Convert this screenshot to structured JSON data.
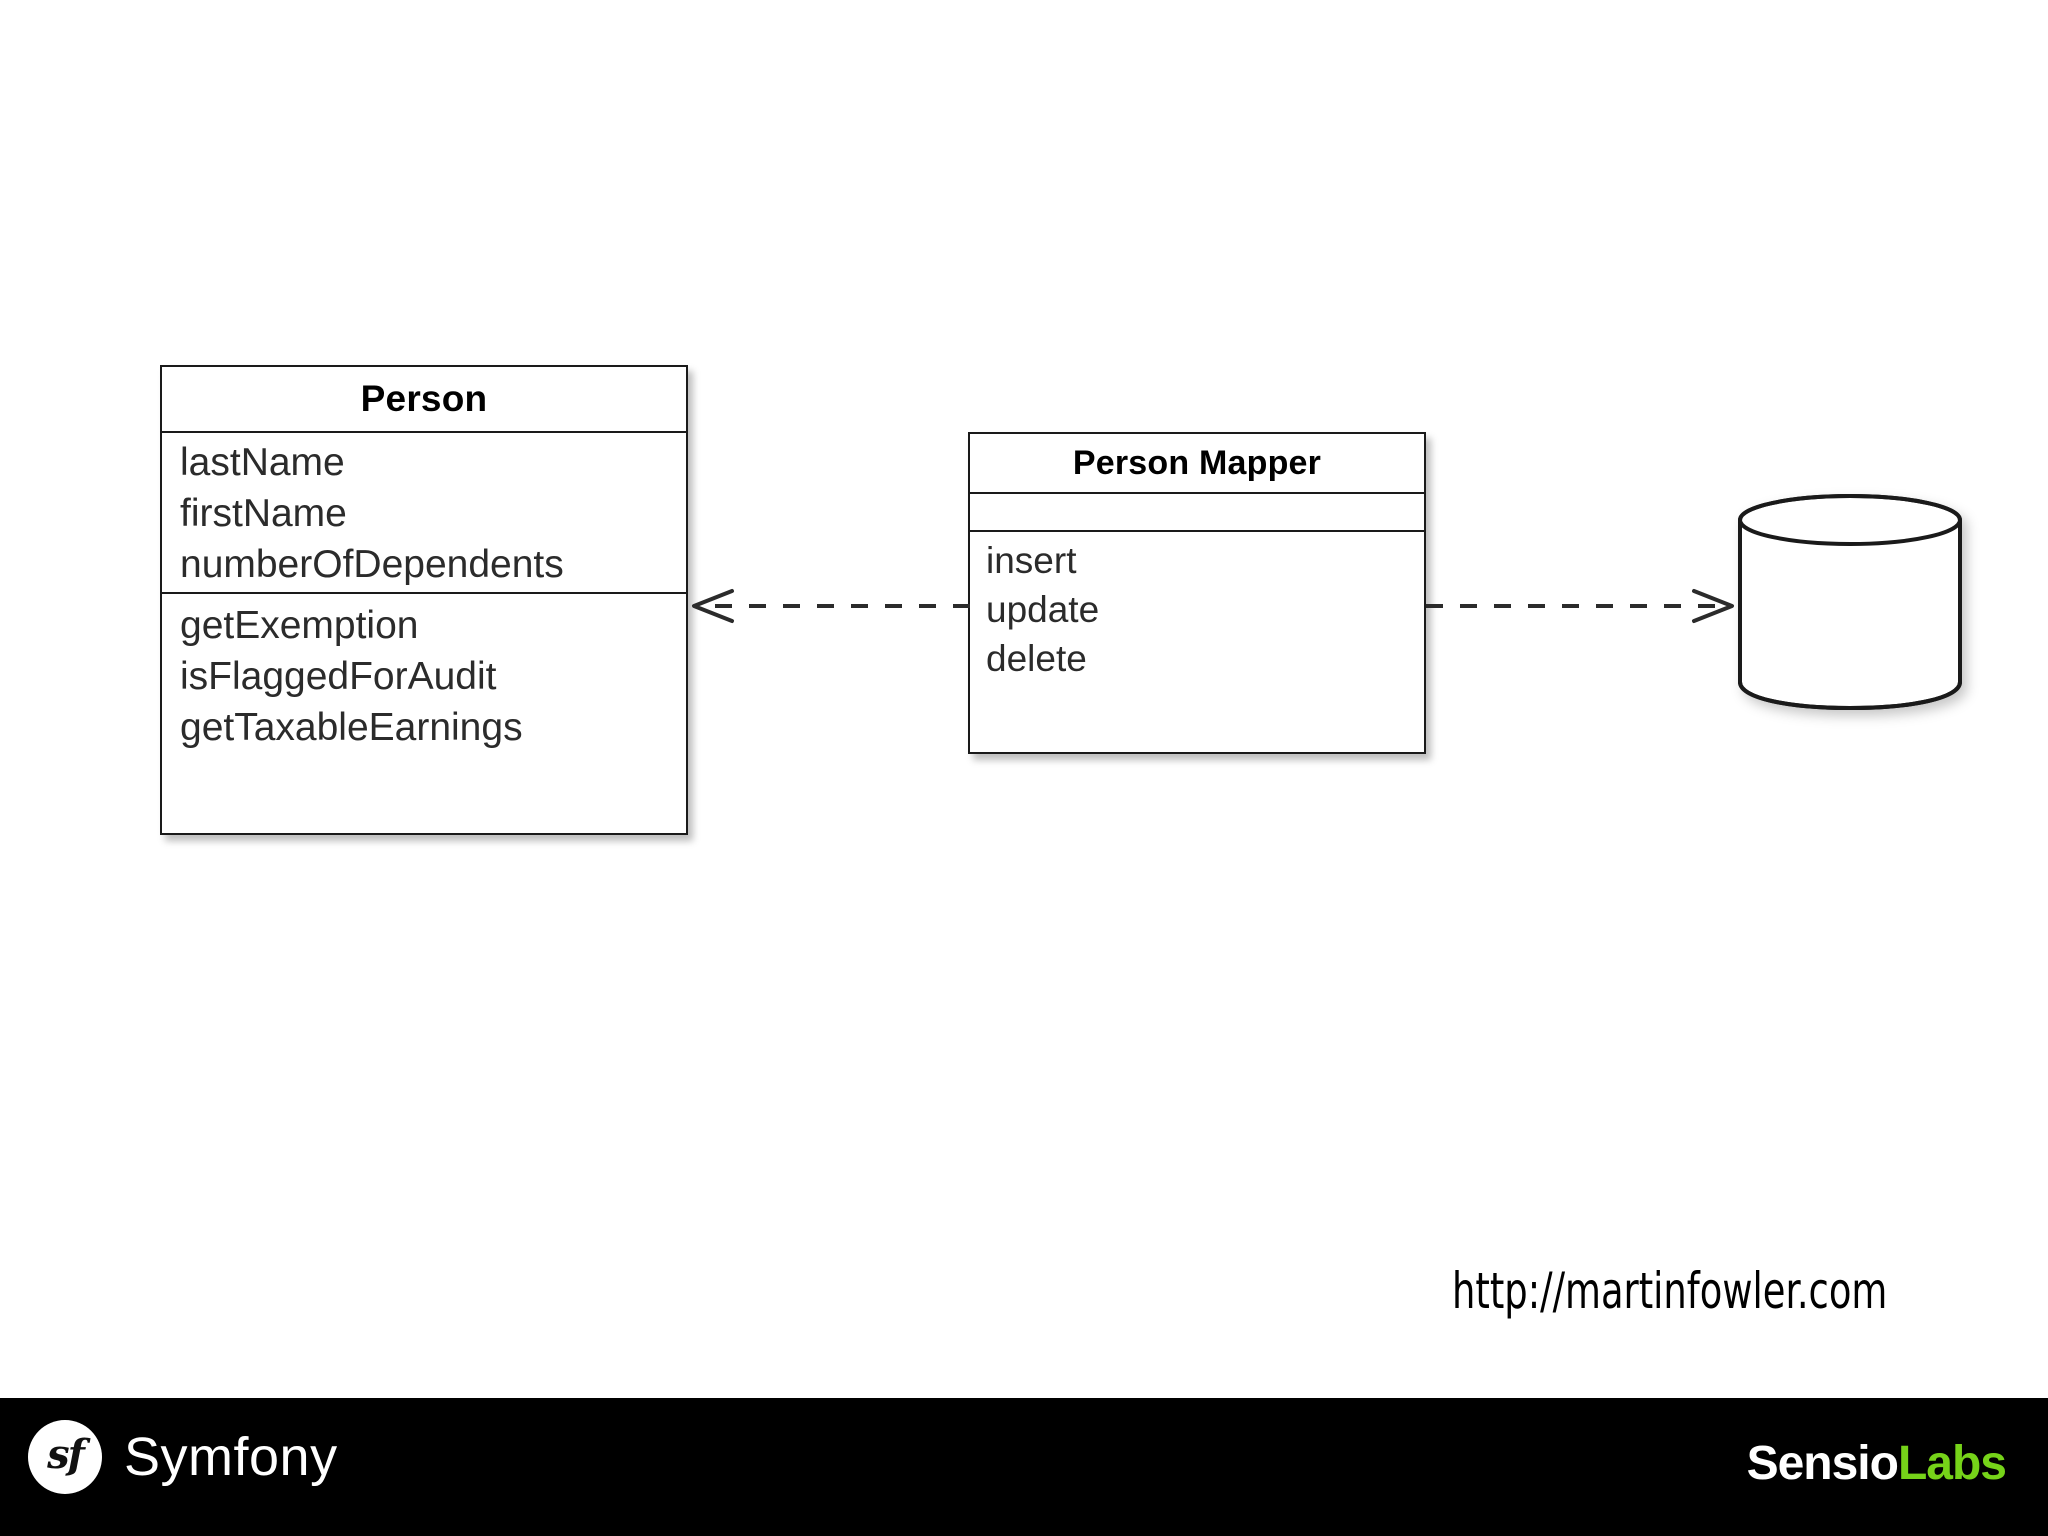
{
  "slide": {
    "background_color": "#ffffff",
    "source_url": "http://martinfowler.com"
  },
  "diagram": {
    "type": "uml-class-diagram",
    "classes": [
      {
        "id": "person",
        "name": "Person",
        "attributes": [
          "lastName",
          "firstName",
          "numberOfDependents"
        ],
        "operations": [
          "getExemption",
          "isFlaggedForAudit",
          "getTaxableEarnings"
        ]
      },
      {
        "id": "person-mapper",
        "name": "Person Mapper",
        "attributes": [],
        "operations": [
          "insert",
          "update",
          "delete"
        ]
      }
    ],
    "nodes": [
      {
        "id": "database",
        "shape": "cylinder",
        "label": ""
      }
    ],
    "connections": [
      {
        "id": "mapper-to-person",
        "from": "person-mapper",
        "to": "person",
        "style": "dashed",
        "arrowhead": "open",
        "direction": "left"
      },
      {
        "id": "mapper-to-database",
        "from": "person-mapper",
        "to": "database",
        "style": "dashed",
        "arrowhead": "open",
        "direction": "right"
      }
    ],
    "stroke_color": "#1a1a1a"
  },
  "footer": {
    "background_color": "#000000",
    "symfony": {
      "mark_text": "sf",
      "wordmark": "Symfony"
    },
    "sensiolabs": {
      "first_part": "Sensio",
      "second_part": "Labs",
      "accent_color": "#76d319"
    }
  }
}
